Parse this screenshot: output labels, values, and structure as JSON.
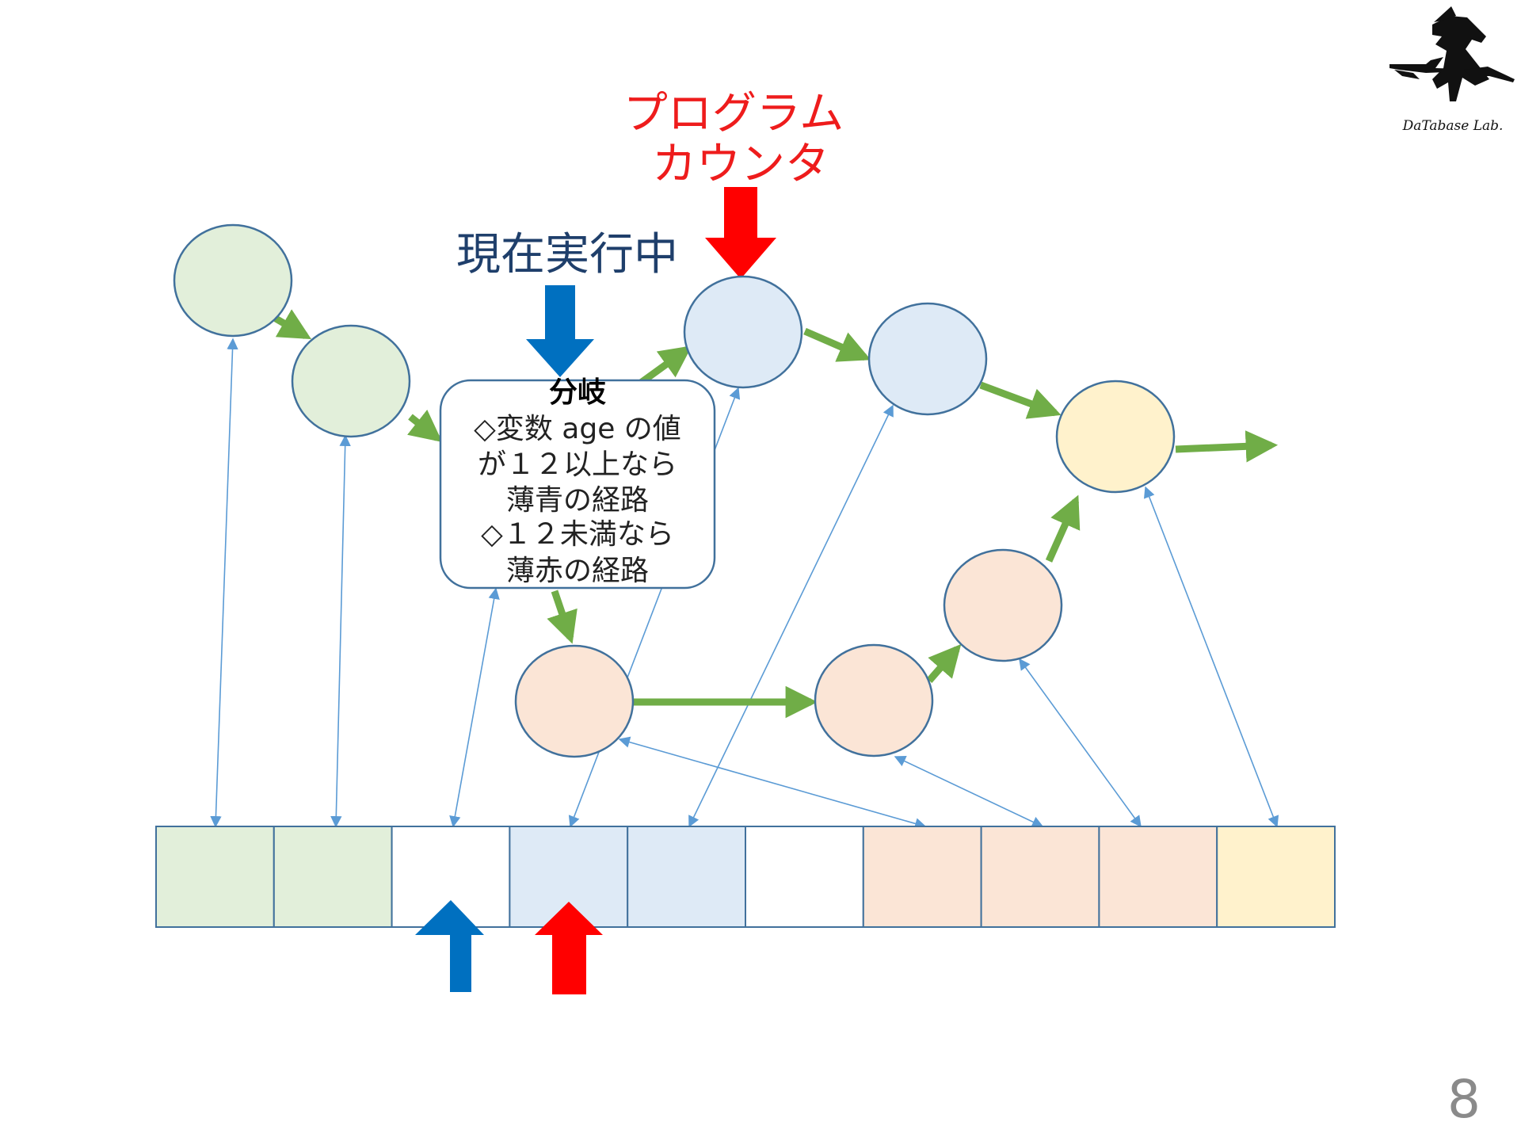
{
  "labels": {
    "program_counter": [
      "プログラム",
      "カウンタ"
    ],
    "currently_executing": "現在実行中"
  },
  "branch_box": {
    "title": "分岐",
    "lines": [
      "◇変数 age の値",
      "が１２以上なら",
      "薄青の経路",
      "◇１２未満なら",
      "薄赤の経路"
    ]
  },
  "logo": {
    "text": "DaTabase Lab.",
    "icon": "witch-on-broom-icon"
  },
  "page_number": "8",
  "colors": {
    "green_fill": "#e2efda",
    "blue_fill": "#deeaf6",
    "red_fill": "#fbe5d6",
    "yellow_fill": "#fff2cc",
    "node_stroke": "#41719c",
    "flow_arrow": "#70ad47",
    "link_arrow": "#5b9bd5",
    "pc_arrow": "#ff0000",
    "current_arrow": "#0070c0"
  },
  "memory_cells": [
    "green",
    "green",
    "white",
    "blue",
    "blue",
    "white",
    "red",
    "red",
    "red",
    "yellow"
  ]
}
